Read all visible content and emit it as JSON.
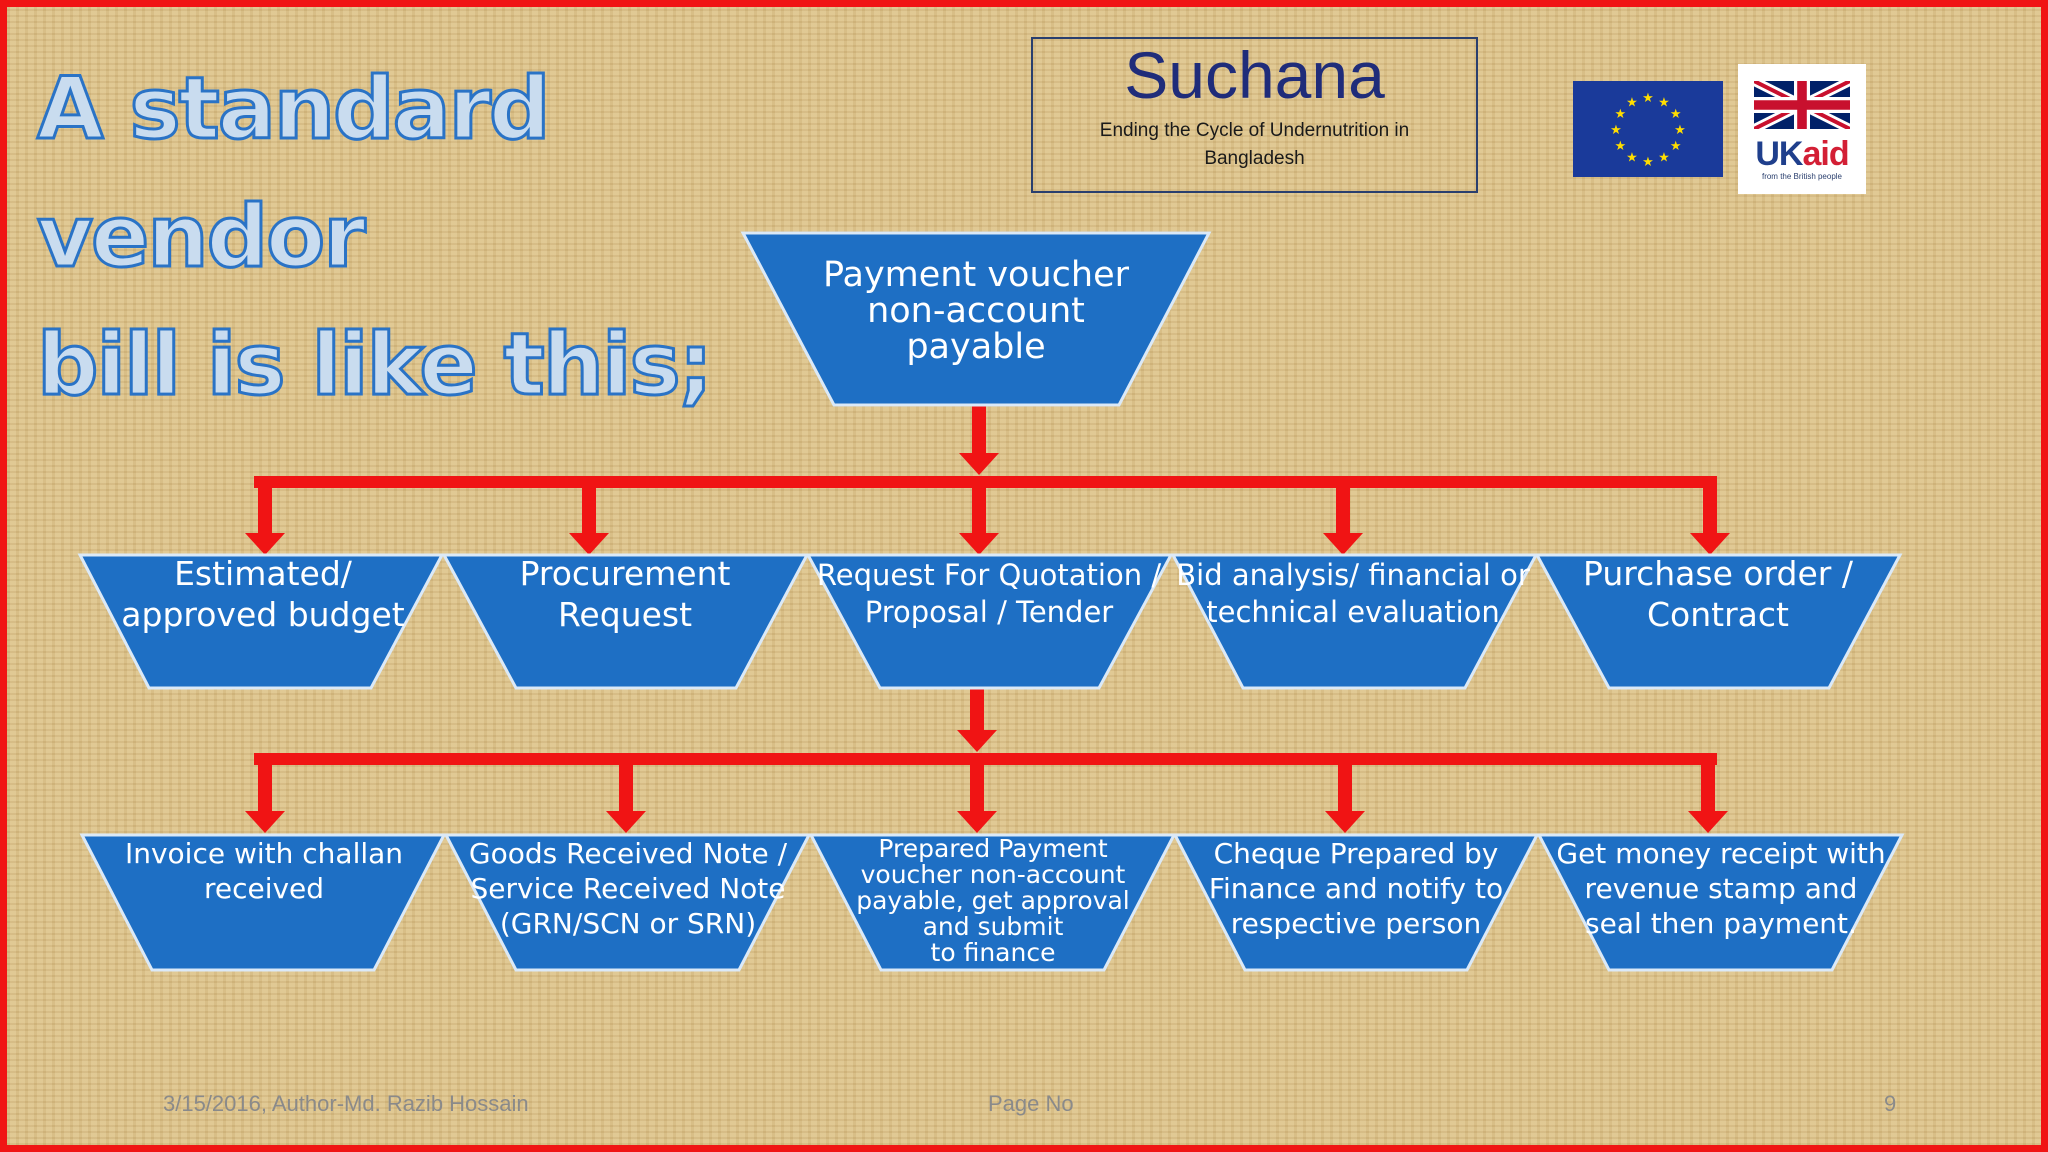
{
  "title_lines": [
    "A standard vendor",
    "bill is like this;"
  ],
  "logo": {
    "name": "Suchana",
    "tagline": "Ending the Cycle of Undernutrition in Bangladesh",
    "ukaid_uk": "UK",
    "ukaid_aid": "aid",
    "ukaid_sub": "from the British people"
  },
  "diagram": {
    "root": [
      "Payment voucher",
      "non-account",
      "payable"
    ],
    "row1": [
      [
        "Estimated/",
        "approved budget"
      ],
      [
        "Procurement",
        "Request"
      ],
      [
        "Request For Quotation /",
        "Proposal / Tender"
      ],
      [
        "Bid analysis/ financial or",
        "technical evaluation"
      ],
      [
        "Purchase order /",
        "Contract"
      ]
    ],
    "row2": [
      [
        "Invoice with challan",
        "received"
      ],
      [
        "Goods Received Note /",
        "Service Received Note",
        "(GRN/SCN or SRN)"
      ],
      [
        "Prepared Payment",
        "voucher non-account",
        "payable, get approval",
        "and submit",
        "to finance"
      ],
      [
        "Cheque Prepared by",
        "Finance and notify to",
        "respective person"
      ],
      [
        "Get money receipt with",
        "revenue stamp and",
        "seal then payment."
      ]
    ]
  },
  "footer": {
    "left": "3/15/2016, Author-Md. Razib Hossain",
    "center": "Page No",
    "right": "9"
  },
  "colors": {
    "shape_fill": "#1e6fc4",
    "shape_border": "#dbe9f7",
    "arrow": "#f01414",
    "border": "#f01414"
  }
}
